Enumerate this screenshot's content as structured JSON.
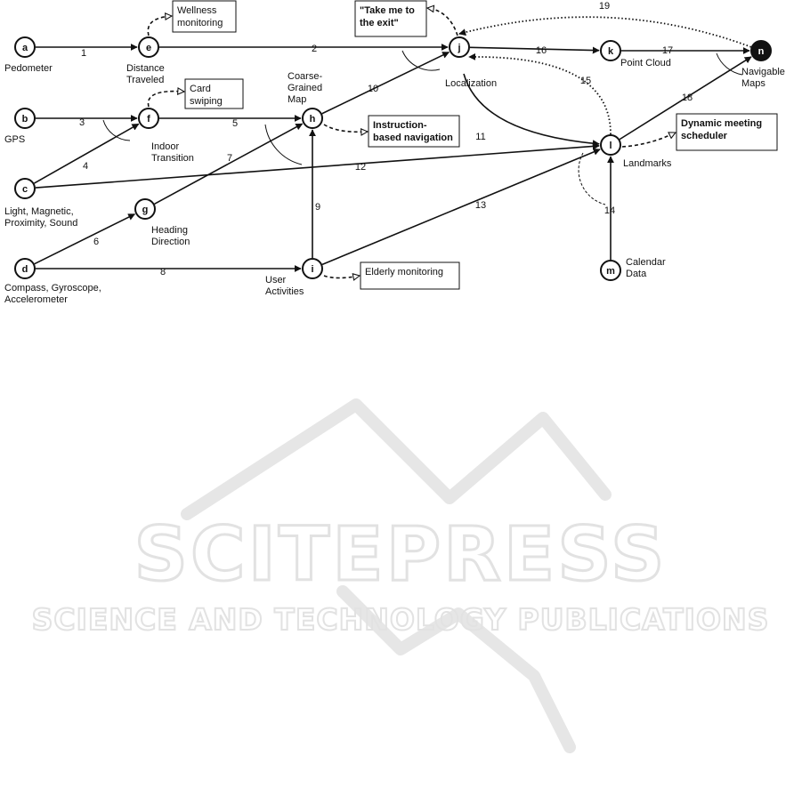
{
  "nodes": [
    {
      "id": "a",
      "label_lines": [
        "Pedometer"
      ]
    },
    {
      "id": "b",
      "label_lines": [
        "GPS"
      ]
    },
    {
      "id": "c",
      "label_lines": [
        "Light, Magnetic,",
        "Proximity, Sound"
      ]
    },
    {
      "id": "d",
      "label_lines": [
        "Compass, Gyroscope,",
        "Accelerometer"
      ]
    },
    {
      "id": "e",
      "label_lines": [
        "Distance",
        "Traveled"
      ]
    },
    {
      "id": "f",
      "label_lines": [
        "Indoor",
        "Transition"
      ]
    },
    {
      "id": "g",
      "label_lines": [
        "Heading",
        "Direction"
      ]
    },
    {
      "id": "h",
      "label_lines": [
        "Coarse-",
        "Grained",
        "Map"
      ]
    },
    {
      "id": "i",
      "label_lines": [
        "User",
        "Activities"
      ]
    },
    {
      "id": "j",
      "label_lines": [
        "Localization"
      ]
    },
    {
      "id": "k",
      "label_lines": [
        "Point Cloud"
      ]
    },
    {
      "id": "l",
      "label_lines": [
        "Landmarks"
      ]
    },
    {
      "id": "m",
      "label_lines": [
        "Calendar",
        "Data"
      ]
    },
    {
      "id": "n",
      "label_lines": [
        "Navigable",
        "Maps"
      ]
    }
  ],
  "edges": [
    {
      "from": "a",
      "to": "e",
      "label": "1"
    },
    {
      "from": "e",
      "to": "j",
      "label": "2"
    },
    {
      "from": "b",
      "to": "f",
      "label": "3"
    },
    {
      "from": "c",
      "to": "f",
      "label": "4"
    },
    {
      "from": "f",
      "to": "h",
      "label": "5"
    },
    {
      "from": "d",
      "to": "g",
      "label": "6"
    },
    {
      "from": "g",
      "to": "h",
      "label": "7"
    },
    {
      "from": "d",
      "to": "i",
      "label": "8"
    },
    {
      "from": "i",
      "to": "h",
      "label": "9"
    },
    {
      "from": "h",
      "to": "j",
      "label": "10"
    },
    {
      "from": "j",
      "to": "l",
      "label": "11"
    },
    {
      "from": "c",
      "to": "l",
      "label": "12"
    },
    {
      "from": "i",
      "to": "l",
      "label": "13"
    },
    {
      "from": "m",
      "to": "l",
      "label": "14"
    },
    {
      "from": "l",
      "to": "j",
      "label": "15"
    },
    {
      "from": "j",
      "to": "k",
      "label": "16"
    },
    {
      "from": "k",
      "to": "n",
      "label": "17"
    },
    {
      "from": "l",
      "to": "n",
      "label": "18"
    },
    {
      "from": "n",
      "to": "j",
      "label": "19"
    }
  ],
  "applications": [
    {
      "id": "wellness",
      "from": "e",
      "lines": [
        "Wellness",
        "monitoring"
      ],
      "bold": false
    },
    {
      "id": "card-swiping",
      "from": "f",
      "lines": [
        "Card",
        "swiping"
      ],
      "bold": false
    },
    {
      "id": "take-me-to-exit",
      "from": "j",
      "lines": [
        "\"Take me to",
        "the exit\""
      ],
      "bold": true
    },
    {
      "id": "instruction-nav",
      "from": "h",
      "lines": [
        "Instruction-",
        "based navigation"
      ],
      "bold": true
    },
    {
      "id": "meeting-scheduler",
      "from": "l",
      "lines": [
        "Dynamic meeting",
        "scheduler"
      ],
      "bold": true
    },
    {
      "id": "elderly",
      "from": "i",
      "lines": [
        "Elderly monitoring"
      ],
      "bold": false
    }
  ],
  "watermark": {
    "main": "SCITEPRESS",
    "sub": "SCIENCE AND TECHNOLOGY PUBLICATIONS"
  }
}
